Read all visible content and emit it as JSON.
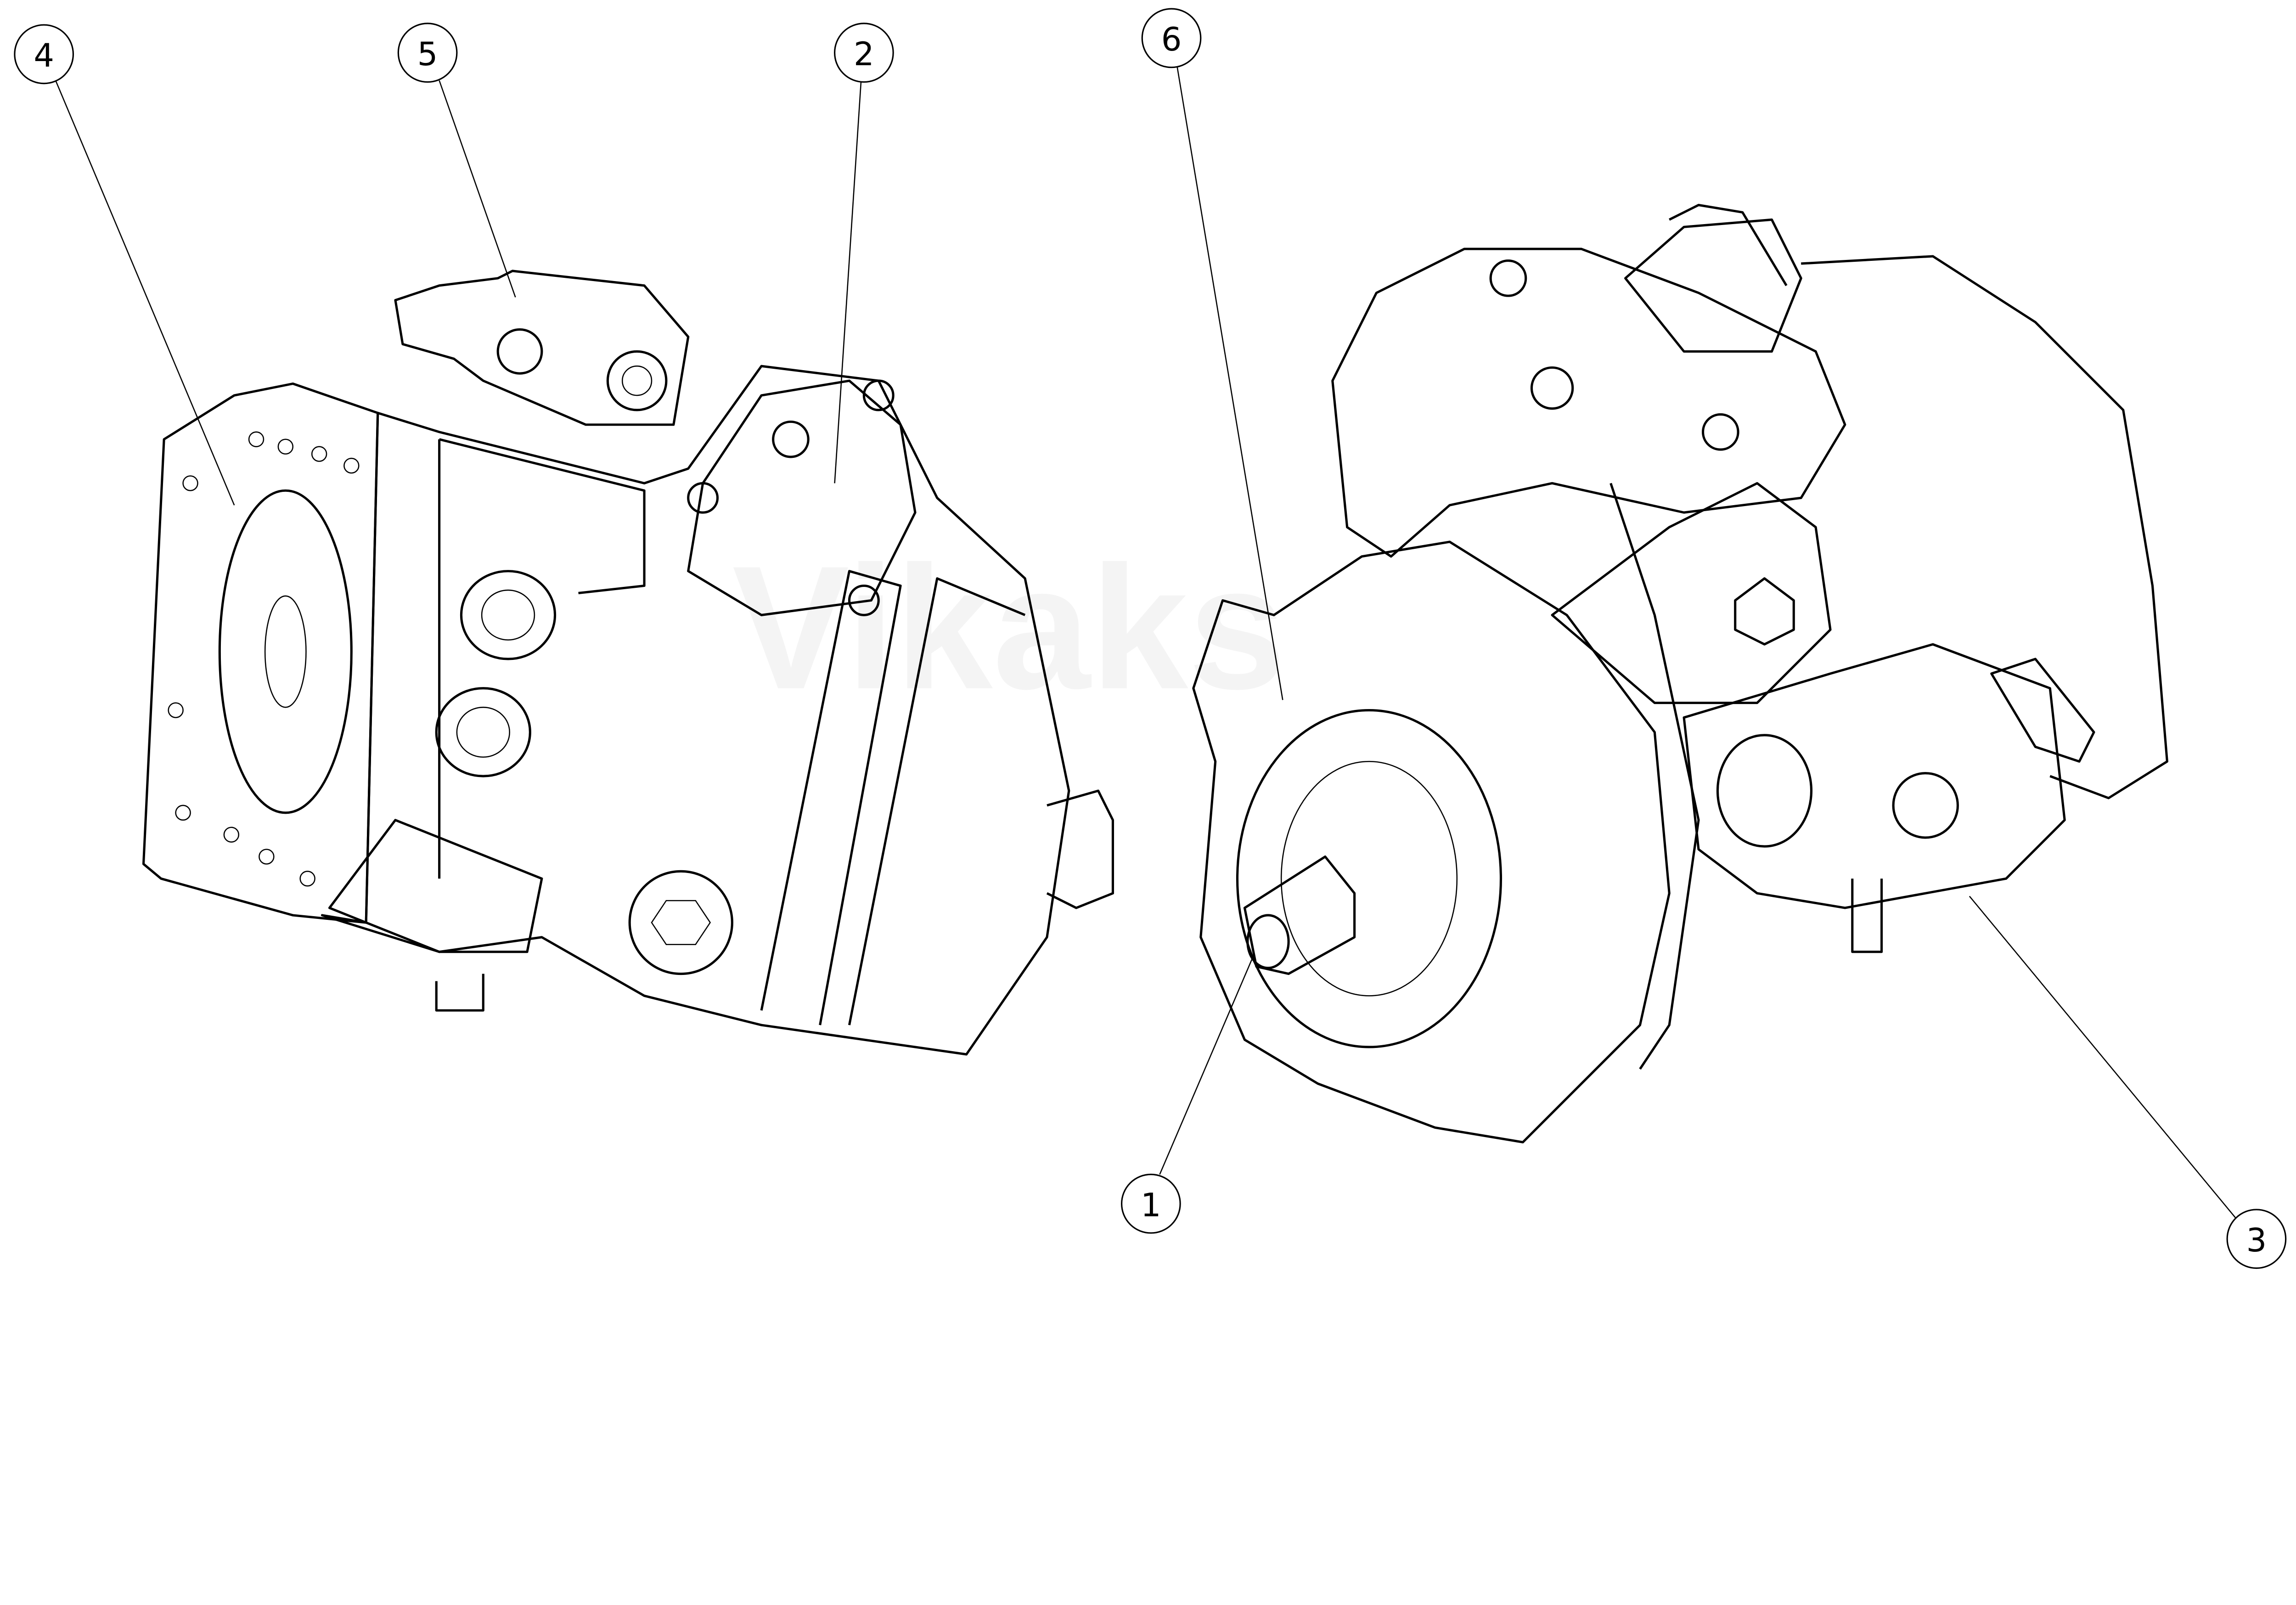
{
  "drawing": {
    "watermark": "Vikaks",
    "callouts": [
      {
        "id": "4",
        "label": "4"
      },
      {
        "id": "5",
        "label": "5"
      },
      {
        "id": "2",
        "label": "2"
      },
      {
        "id": "6",
        "label": "6"
      },
      {
        "id": "1",
        "label": "1"
      },
      {
        "id": "3",
        "label": "3"
      }
    ],
    "line_color": "#000000",
    "background": "#ffffff"
  }
}
